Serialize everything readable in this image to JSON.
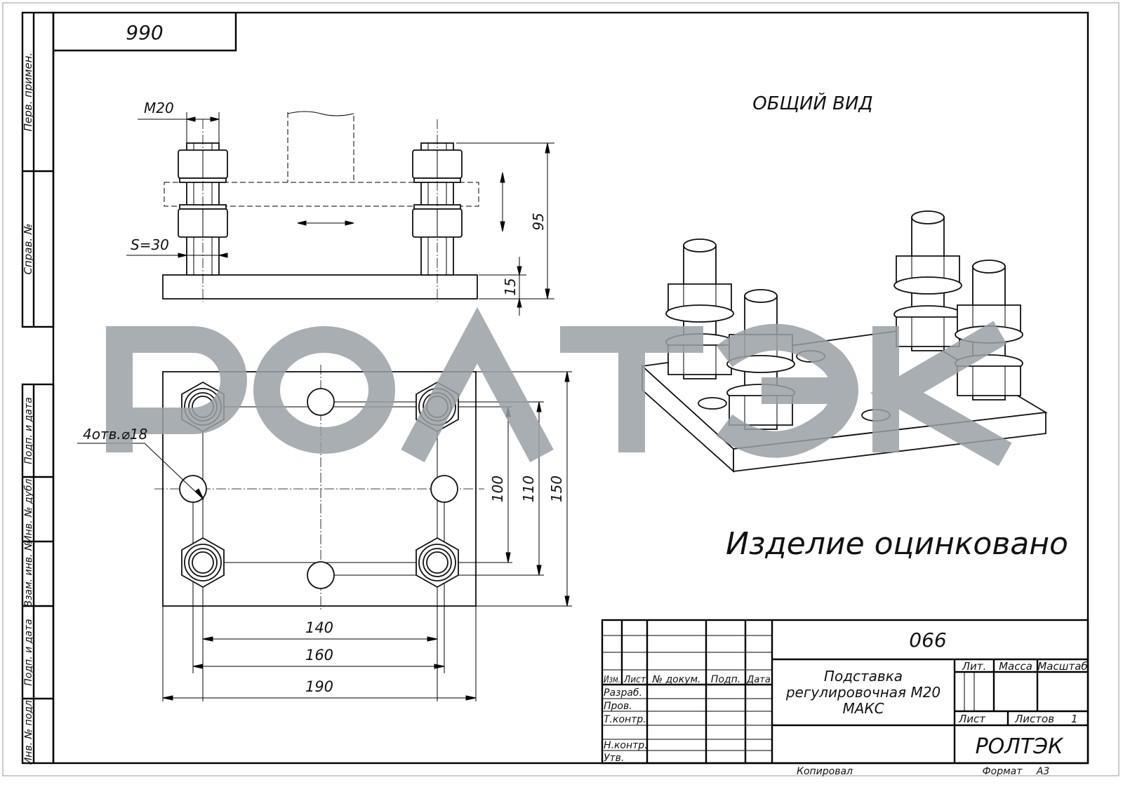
{
  "sheet": {
    "top_left_code": "990",
    "view_title": "ОБЩИЙ ВИД",
    "note": "Изделие оцинковано",
    "watermark": "РОЛТЭК"
  },
  "side_strip": {
    "top": [
      "Перв. примен.",
      "Справ. №"
    ],
    "bottom": [
      "Подп. и дата",
      "Инв. № дубл.",
      "Взам. инв. №",
      "Подп. и дата",
      "Инв. № подл."
    ]
  },
  "dimensions": {
    "thread": "M20",
    "wrench": "S=30",
    "height": "95",
    "plate_thickness": "15",
    "holes": "4отв.⌀18",
    "v100": "100",
    "v110": "110",
    "v150": "150",
    "h140": "140",
    "h160": "160",
    "h190": "190"
  },
  "title_block": {
    "designation": "066",
    "name_line1": "Подставка",
    "name_line2": "регулировочная М20",
    "name_line3": "МАКС",
    "headers": {
      "izm": "Изм.",
      "list": "Лист",
      "doc": "№ докум.",
      "sign": "Подп.",
      "date": "Дата"
    },
    "roles": {
      "razrab": "Разраб.",
      "prov": "Пров.",
      "tkontr": "Т.контр.",
      "nkontr": "Н.контр.",
      "utv": "Утв."
    },
    "lit": "Лит.",
    "mass": "Масса",
    "scale": "Масштаб",
    "sheet_label": "Лист",
    "sheets_label": "Листов",
    "sheets_count": "1",
    "company": "РОЛТЭК",
    "copied": "Копировал",
    "format_label": "Формат",
    "format": "А3"
  }
}
